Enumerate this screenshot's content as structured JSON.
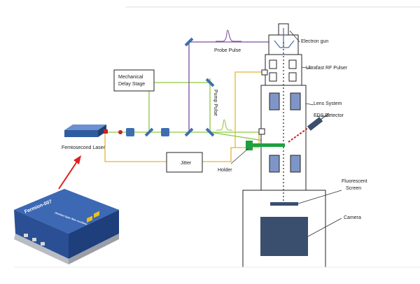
{
  "labels": {
    "electron_gun": "Electron gun",
    "probe_pulse": "Probe Pulse",
    "ultrafast_rf_pulser": "Ultrafast RF Pulser",
    "mechanical_delay_line1": "Mechanical",
    "mechanical_delay_line2": "Delay Stage",
    "pump_pulse": "Pump Pulse",
    "lens_system": "Lens System",
    "eds_detector": "EDS Detector",
    "femtosecond_laser": "Femtosecond Laser",
    "holder": "Holder",
    "jitter": "Jitter",
    "fluorescent_line1": "Fluorescent",
    "fluorescent_line2": "Screen",
    "camera": "Camera",
    "laser_brand": "Fermion-007",
    "laser_subtitle": "Ultrafast Optic fiber oscillator"
  },
  "colors": {
    "green_beam": "#8dc63f",
    "purple_beam": "#7b4fa0",
    "yellow_beam": "#e0b830",
    "red_line": "#cc2222",
    "mirror_blue": "#3d6fb0",
    "camera_fill": "#3a4f6e",
    "lens_fill": "#7f95c8",
    "holder_green": "#1fa040",
    "laser_blue": "#2f5c9e",
    "pointer_arrow": "#e02020"
  }
}
